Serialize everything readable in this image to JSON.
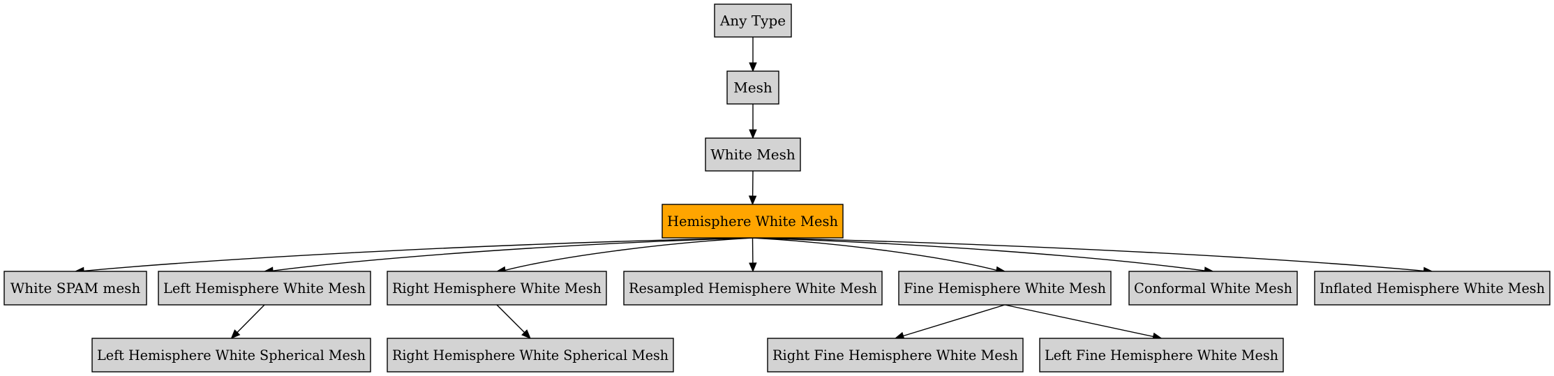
{
  "colors": {
    "node_fill": "#d3d3d3",
    "highlight_fill": "#ffa500",
    "line": "#000000"
  },
  "nodes": [
    {
      "id": "any",
      "label": "Any Type"
    },
    {
      "id": "mesh",
      "label": "Mesh"
    },
    {
      "id": "white_mesh",
      "label": "White Mesh"
    },
    {
      "id": "hemi",
      "label": "Hemisphere White Mesh",
      "highlight": true
    },
    {
      "id": "spam",
      "label": "White SPAM mesh"
    },
    {
      "id": "left_hemi",
      "label": "Left Hemisphere White Mesh"
    },
    {
      "id": "right_hemi",
      "label": "Right Hemisphere White Mesh"
    },
    {
      "id": "resampled",
      "label": "Resampled Hemisphere White Mesh"
    },
    {
      "id": "fine",
      "label": "Fine Hemisphere White Mesh"
    },
    {
      "id": "conformal",
      "label": "Conformal White Mesh"
    },
    {
      "id": "inflated",
      "label": "Inflated Hemisphere White Mesh"
    },
    {
      "id": "left_sph",
      "label": "Left Hemisphere White Spherical Mesh"
    },
    {
      "id": "right_sph",
      "label": "Right Hemisphere White Spherical Mesh"
    },
    {
      "id": "right_fine",
      "label": "Right Fine Hemisphere White Mesh"
    },
    {
      "id": "left_fine",
      "label": "Left Fine Hemisphere White Mesh"
    }
  ],
  "edges": [
    {
      "from": "any",
      "to": "mesh"
    },
    {
      "from": "mesh",
      "to": "white_mesh"
    },
    {
      "from": "white_mesh",
      "to": "hemi"
    },
    {
      "from": "hemi",
      "to": "spam"
    },
    {
      "from": "hemi",
      "to": "left_hemi"
    },
    {
      "from": "hemi",
      "to": "right_hemi"
    },
    {
      "from": "hemi",
      "to": "resampled"
    },
    {
      "from": "hemi",
      "to": "fine"
    },
    {
      "from": "hemi",
      "to": "conformal"
    },
    {
      "from": "hemi",
      "to": "inflated"
    },
    {
      "from": "left_hemi",
      "to": "left_sph"
    },
    {
      "from": "right_hemi",
      "to": "right_sph"
    },
    {
      "from": "fine",
      "to": "right_fine"
    },
    {
      "from": "fine",
      "to": "left_fine"
    }
  ]
}
